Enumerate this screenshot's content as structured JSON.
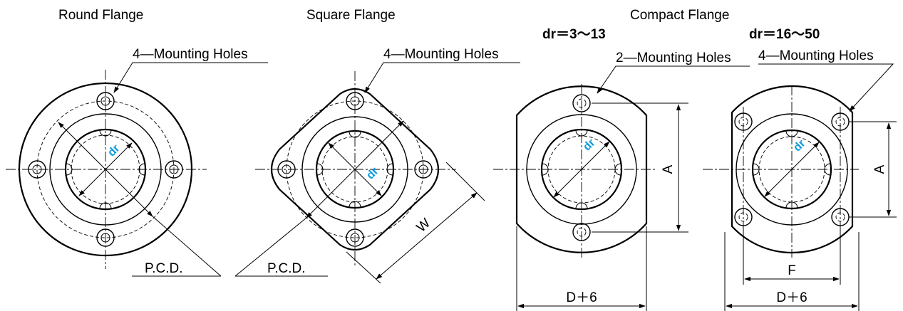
{
  "views": {
    "round": {
      "title": "Round Flange",
      "holes_note": "4—Mounting Holes",
      "pcd_label": "P.C.D.",
      "dr_label": "dr"
    },
    "square": {
      "title": "Square Flange",
      "holes_note": "4—Mounting Holes",
      "pcd_label": "P.C.D.",
      "width_label": "W",
      "dr_label": "dr"
    },
    "compact": {
      "title": "Compact Flange",
      "small": {
        "range_label": "dr＝3～13",
        "holes_note": "2—Mounting Holes",
        "a_label": "A",
        "width_label": "D＋6",
        "dr_label": "dr"
      },
      "large": {
        "range_label": "dr＝16～50",
        "holes_note": "4—Mounting Holes",
        "a_label": "A",
        "f_label": "F",
        "width_label": "D＋6",
        "dr_label": "dr"
      }
    }
  },
  "colors": {
    "line": "#000000",
    "accent": "#0a9be0",
    "background": "#ffffff"
  }
}
